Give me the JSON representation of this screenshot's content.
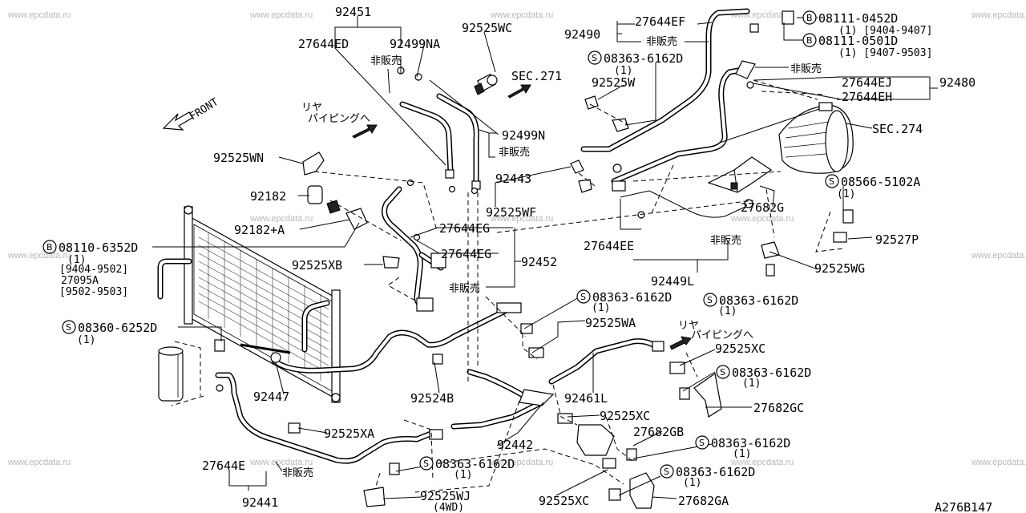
{
  "watermark": "www.epcdata.ru",
  "diagram_code": "A276B147",
  "front_label": "FRONT",
  "labels": {
    "p92451": "92451",
    "p27644ED": "27644ED",
    "p92499NA": "92499NA",
    "nonsale1": "非販売",
    "p92525WC": "92525WC",
    "sec271": "SEC.271",
    "rear_piping1_a": "リヤ",
    "rear_piping1_b": "パイピングへ",
    "p92499N": "92499N",
    "nonsale2": "非販売",
    "p92443": "92443",
    "p92525WN": "92525WN",
    "p92182": "92182",
    "p92182A": "92182+A",
    "b08110": "08110-6352D",
    "b08110_qty": "(1)",
    "b08110_range": "[9404-9502]",
    "p27095A": "27095A",
    "p27095A_range": "[9502-9503]",
    "p92525XB": "92525XB",
    "p27644EG_1": "27644EG",
    "p27644EG_2": "27644EG",
    "p92452": "92452",
    "nonsale3": "非販売",
    "p92525WF": "92525WF",
    "p92490": "92490",
    "p27644EF": "27644EF",
    "nonsale4": "非販売",
    "s08363_a": "08363-6162D",
    "s08363_a_qty": "(1)",
    "p92525W": "92525W",
    "b08111_a": "08111-0452D",
    "b08111_a_range": "(1) [9404-9407]",
    "b08111_b": "08111-0501D",
    "b08111_b_range": "(1) [9407-9503]",
    "nonsale5": "非販売",
    "p27644EJ": "27644EJ",
    "p92480": "92480",
    "p27644EH": "27644EH",
    "sec274": "SEC.274",
    "s08566": "08566-5102A",
    "s08566_qty": "(1)",
    "p27682G": "27682G",
    "p92527P": "92527P",
    "p27644EE": "27644EE",
    "nonsale6": "非販売",
    "p92525WG": "92525WG",
    "p92449L": "92449L",
    "s08363_b": "08363-6162D",
    "s08363_b_qty": "(1)",
    "s08363_c": "08363-6162D",
    "s08363_c_qty": "(1)",
    "s08360": "08360-6252D",
    "s08360_qty": "(1)",
    "p92525WA": "92525WA",
    "rear_piping2_a": "リヤ",
    "rear_piping2_b": "パイピングへ",
    "p92525XC_1": "92525XC",
    "s08363_d": "08363-6162D",
    "s08363_d_qty": "(1)",
    "p92447": "92447",
    "p92524B": "92524B",
    "p92461L": "92461L",
    "p27682GC": "27682GC",
    "p92525XC_2": "92525XC",
    "p92525XA": "92525XA",
    "p92442": "92442",
    "p27682GB": "27682GB",
    "s08363_e": "08363-6162D",
    "s08363_e_qty": "(1)",
    "p27644E": "27644E",
    "nonsale7": "非販売",
    "s08363_f": "08363-6162D",
    "s08363_f_qty": "(1)",
    "p92525WJ": "92525WJ",
    "p92525WJ_note": "(4WD)",
    "p92525XC_3": "92525XC",
    "s08363_g": "08363-6162D",
    "s08363_g_qty": "(1)",
    "p27682GA": "27682GA",
    "p92441": "92441"
  },
  "symbols": {
    "bolt": "B",
    "screw": "S"
  }
}
